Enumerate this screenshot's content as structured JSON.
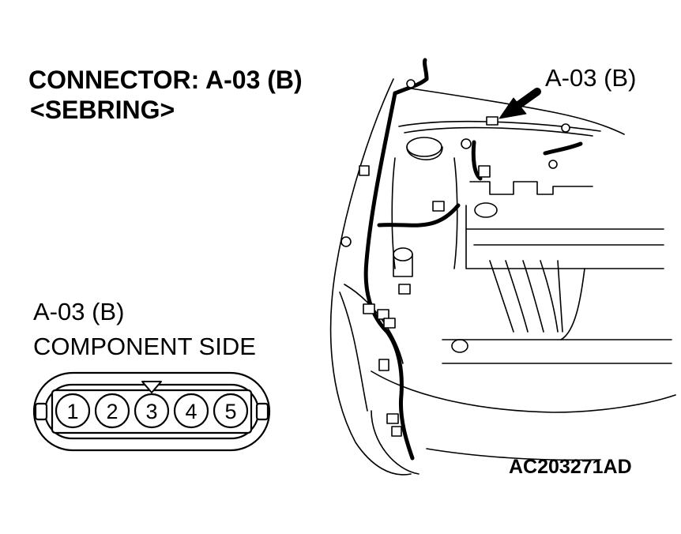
{
  "title": {
    "line1": "CONNECTOR: A-03 (B)",
    "line2": "<SEBRING>"
  },
  "callout": {
    "label": "A-03 (B)"
  },
  "connector": {
    "name": "A-03 (B)",
    "side": "COMPONENT SIDE",
    "pins": [
      "1",
      "2",
      "3",
      "4",
      "5"
    ]
  },
  "figure_code": "AC203271AD"
}
